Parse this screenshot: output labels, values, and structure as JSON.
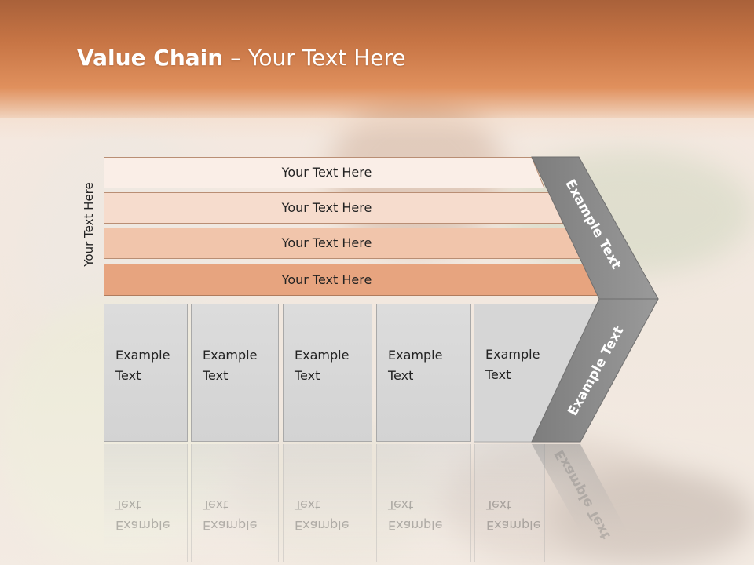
{
  "title": {
    "bold": "Value Chain",
    "rest": " – Your Text Here"
  },
  "side_label": "Your Text Here",
  "bars": [
    {
      "label": "Your Text Here",
      "fill": "#faeee7"
    },
    {
      "label": "Your Text Here",
      "fill": "#f6dccd"
    },
    {
      "label": "Your Text Here",
      "fill": "#f1c5ab"
    },
    {
      "label": "Your Text Here",
      "fill": "#e7a47f"
    }
  ],
  "columns": [
    {
      "label": "Example Text"
    },
    {
      "label": "Example Text"
    },
    {
      "label": "Example Text"
    },
    {
      "label": "Example Text"
    },
    {
      "label": "Example Text"
    }
  ],
  "chevron": {
    "upper_label": "Example Text",
    "lower_label": "Example Text"
  },
  "colors": {
    "accent": "#d57a45",
    "chevron": "#8c8c8c",
    "box": "#d6d6d6"
  }
}
